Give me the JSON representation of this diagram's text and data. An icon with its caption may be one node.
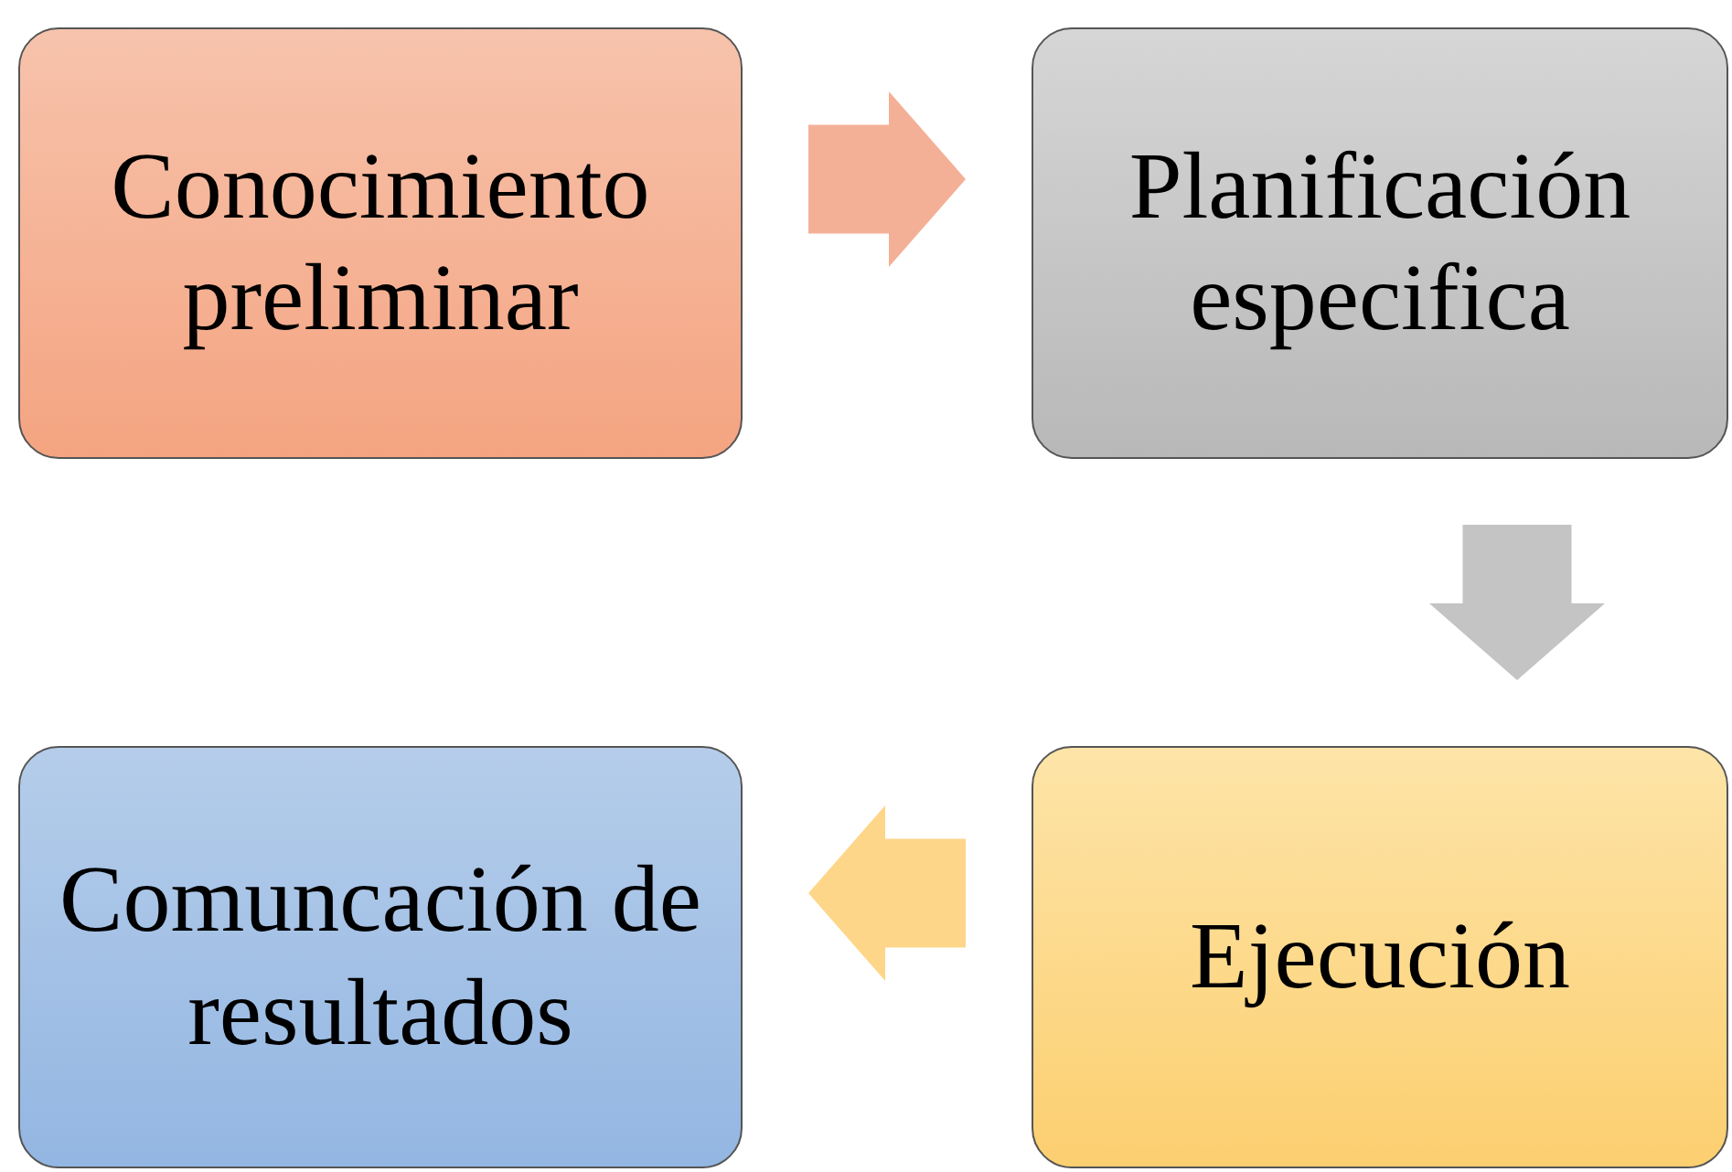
{
  "diagram": {
    "nodes": [
      {
        "text": [
          "Conocimiento preliminar"
        ]
      },
      {
        "text": [
          "Planificación especifica"
        ]
      },
      {
        "text": [
          "Ejecución"
        ]
      },
      {
        "text": [
          "Comuncación de resultados"
        ]
      }
    ],
    "edges": [
      {
        "from": 0,
        "to": 1,
        "arrow": "to",
        "style": "thick",
        "color": "#f4b096"
      },
      {
        "from": 1,
        "to": 2,
        "arrow": "to",
        "style": "thick",
        "color": "#c4c4c4"
      },
      {
        "from": 2,
        "to": 3,
        "arrow": "to",
        "style": "thick",
        "color": "#fdd68a"
      }
    ]
  }
}
